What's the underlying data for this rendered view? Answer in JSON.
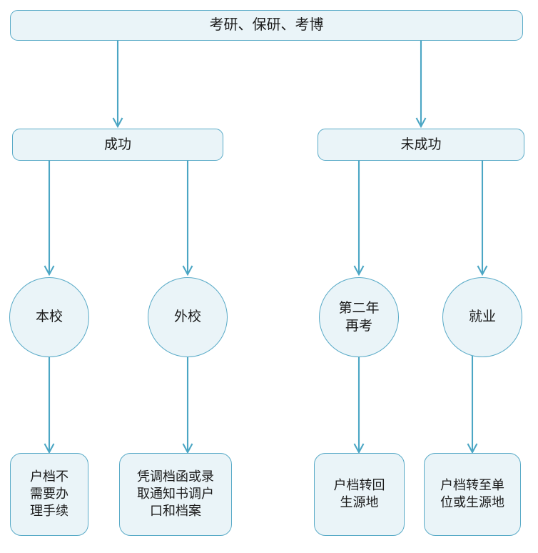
{
  "diagram": {
    "title_node": {
      "id": "root",
      "label": "考研、保研、考博"
    },
    "branch_nodes": [
      {
        "id": "success",
        "label": "成功"
      },
      {
        "id": "fail",
        "label": "未成功"
      }
    ],
    "circle_nodes": [
      {
        "id": "own-school",
        "label": "本校"
      },
      {
        "id": "other-school",
        "label": "外校"
      },
      {
        "id": "retake",
        "label": "第二年\n再考"
      },
      {
        "id": "employment",
        "label": "就业"
      }
    ],
    "leaf_nodes": [
      {
        "id": "no-procedure",
        "label": "户档不\n需要办\n理手续"
      },
      {
        "id": "transfer-letter",
        "label": "凭调档函或录\n取通知书调户\n口和档案"
      },
      {
        "id": "back-to-origin",
        "label": "户档转回\n生源地"
      },
      {
        "id": "to-unit-or-origin",
        "label": "户档转至单\n位或生源地"
      }
    ],
    "edges": [
      {
        "from": "root",
        "to": "success"
      },
      {
        "from": "root",
        "to": "fail"
      },
      {
        "from": "success",
        "to": "own-school"
      },
      {
        "from": "success",
        "to": "other-school"
      },
      {
        "from": "fail",
        "to": "retake"
      },
      {
        "from": "fail",
        "to": "employment"
      },
      {
        "from": "own-school",
        "to": "no-procedure"
      },
      {
        "from": "other-school",
        "to": "transfer-letter"
      },
      {
        "from": "retake",
        "to": "back-to-origin"
      },
      {
        "from": "employment",
        "to": "to-unit-or-origin"
      }
    ],
    "colors": {
      "node_fill": "#eaf4f8",
      "node_border": "#58aac7",
      "edge_line": "#4ba6c4",
      "text": "#1b1b1b",
      "background": "#ffffff"
    }
  }
}
